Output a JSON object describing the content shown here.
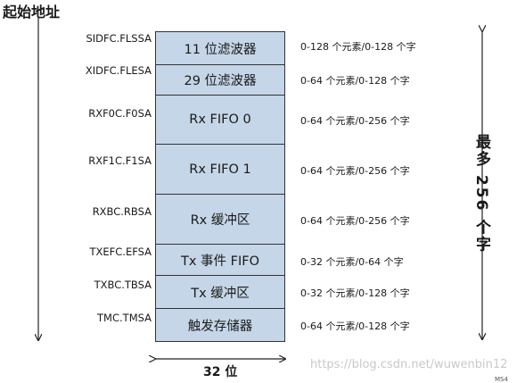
{
  "title": "起始地址",
  "rows": [
    {
      "pointer": "SIDFC.FLSSA",
      "label": "11 位滤波器",
      "size": "0-128 个元素/0-128 个字"
    },
    {
      "pointer": "XIDFC.FLESA",
      "label": "29 位滤波器",
      "size": "0-64 个元素/0-128 个字"
    },
    {
      "pointer": "RXF0C.F0SA",
      "label": "Rx FIFO 0",
      "size": "0-64 个元素/0-256 个字"
    },
    {
      "pointer": "RXF1C.F1SA",
      "label": "Rx FIFO 1",
      "size": "0-64 个元素/0-256 个字"
    },
    {
      "pointer": "RXBC.RBSA",
      "label": "Rx 缓冲区",
      "size": "0-64 个元素/0-256 个字"
    },
    {
      "pointer": "TXEFC.EFSA",
      "label": "Tx 事件 FIFO",
      "size": "0-32 个元素/0-64 个字"
    },
    {
      "pointer": "TXBC.TBSA",
      "label": "Tx 缓冲区",
      "size": "0-32 个元素/0-128 个字"
    },
    {
      "pointer": "TMC.TMSA",
      "label": "触发存储器",
      "size": "0-64 个元素/0-128 个字"
    }
  ],
  "max_label": "最多 256 个字",
  "width_label": "32 位",
  "watermark": "https://blog.csdn.net/wuwenbin12",
  "corner_tag": "MS4",
  "colors": {
    "block_fill": "#c5d6e8",
    "block_border": "#333333"
  }
}
